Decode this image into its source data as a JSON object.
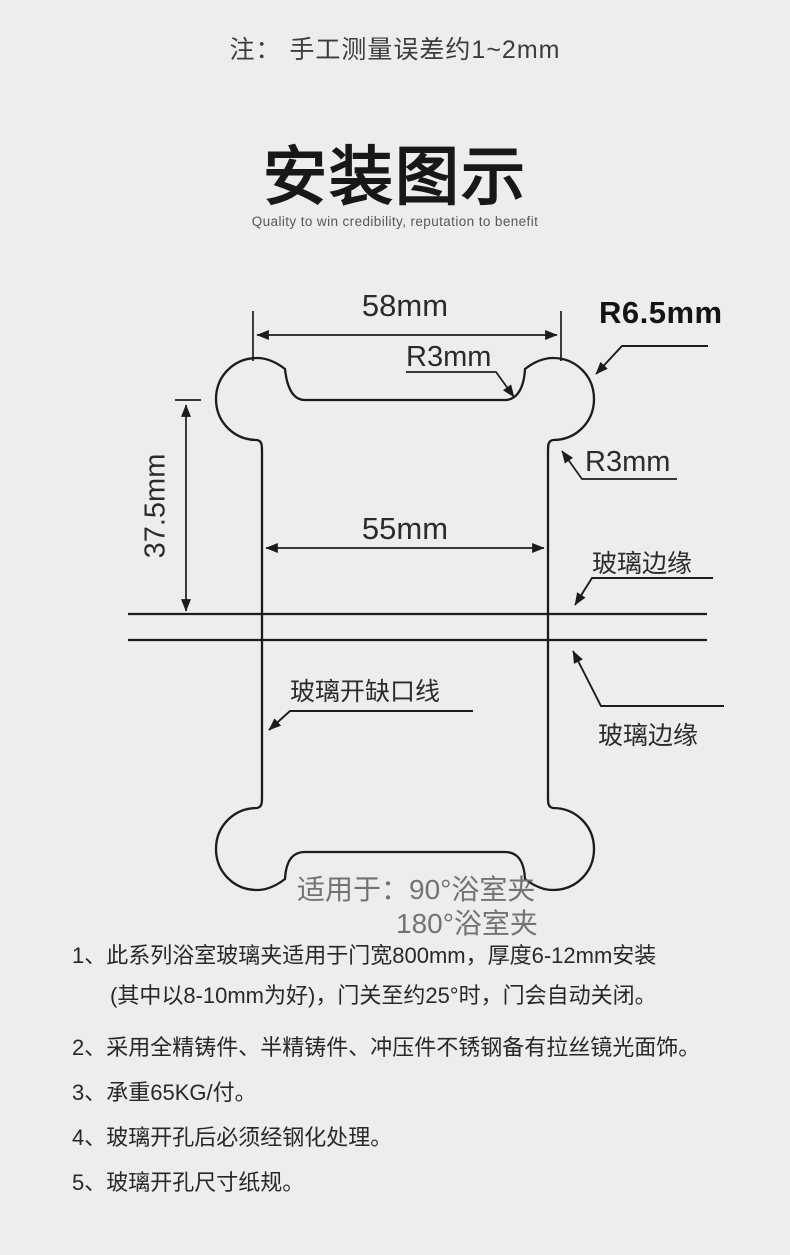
{
  "page": {
    "background": "#ebedee",
    "line_color": "#1c1c1c"
  },
  "top_note": "注： 手工测量误差约1~2mm",
  "header": {
    "title": "安装图示",
    "subtitle": "Quality to win credibility, reputation to benefit"
  },
  "diagram": {
    "dims": {
      "top_width": "58mm",
      "radius_top": "R3mm",
      "radius_corner": "R6.5mm",
      "radius_right": "R3mm",
      "height": "37.5mm",
      "inner_width": "55mm"
    },
    "labels": {
      "glass_edge_top": "玻璃边缘",
      "notch_line": "玻璃开缺口线",
      "glass_edge_bottom": "玻璃边缘"
    },
    "caption": {
      "line1": "适用于：90°浴室夹",
      "line2": "180°浴室夹"
    }
  },
  "notes": {
    "items": [
      {
        "lines": [
          "1、此系列浴室玻璃夹适用于门宽800mm，厚度6-12mm安装",
          "(其中以8-10mm为好)，门关至约25°时，门会自动关闭。"
        ]
      },
      {
        "lines": [
          "2、采用全精铸件、半精铸件、冲压件不锈钢备有拉丝镜光面饰。"
        ]
      },
      {
        "lines": [
          "3、承重65KG/付。"
        ]
      },
      {
        "lines": [
          "4、玻璃开孔后必须经钢化处理。"
        ]
      },
      {
        "lines": [
          "5、玻璃开孔尺寸纸规。"
        ]
      }
    ]
  }
}
